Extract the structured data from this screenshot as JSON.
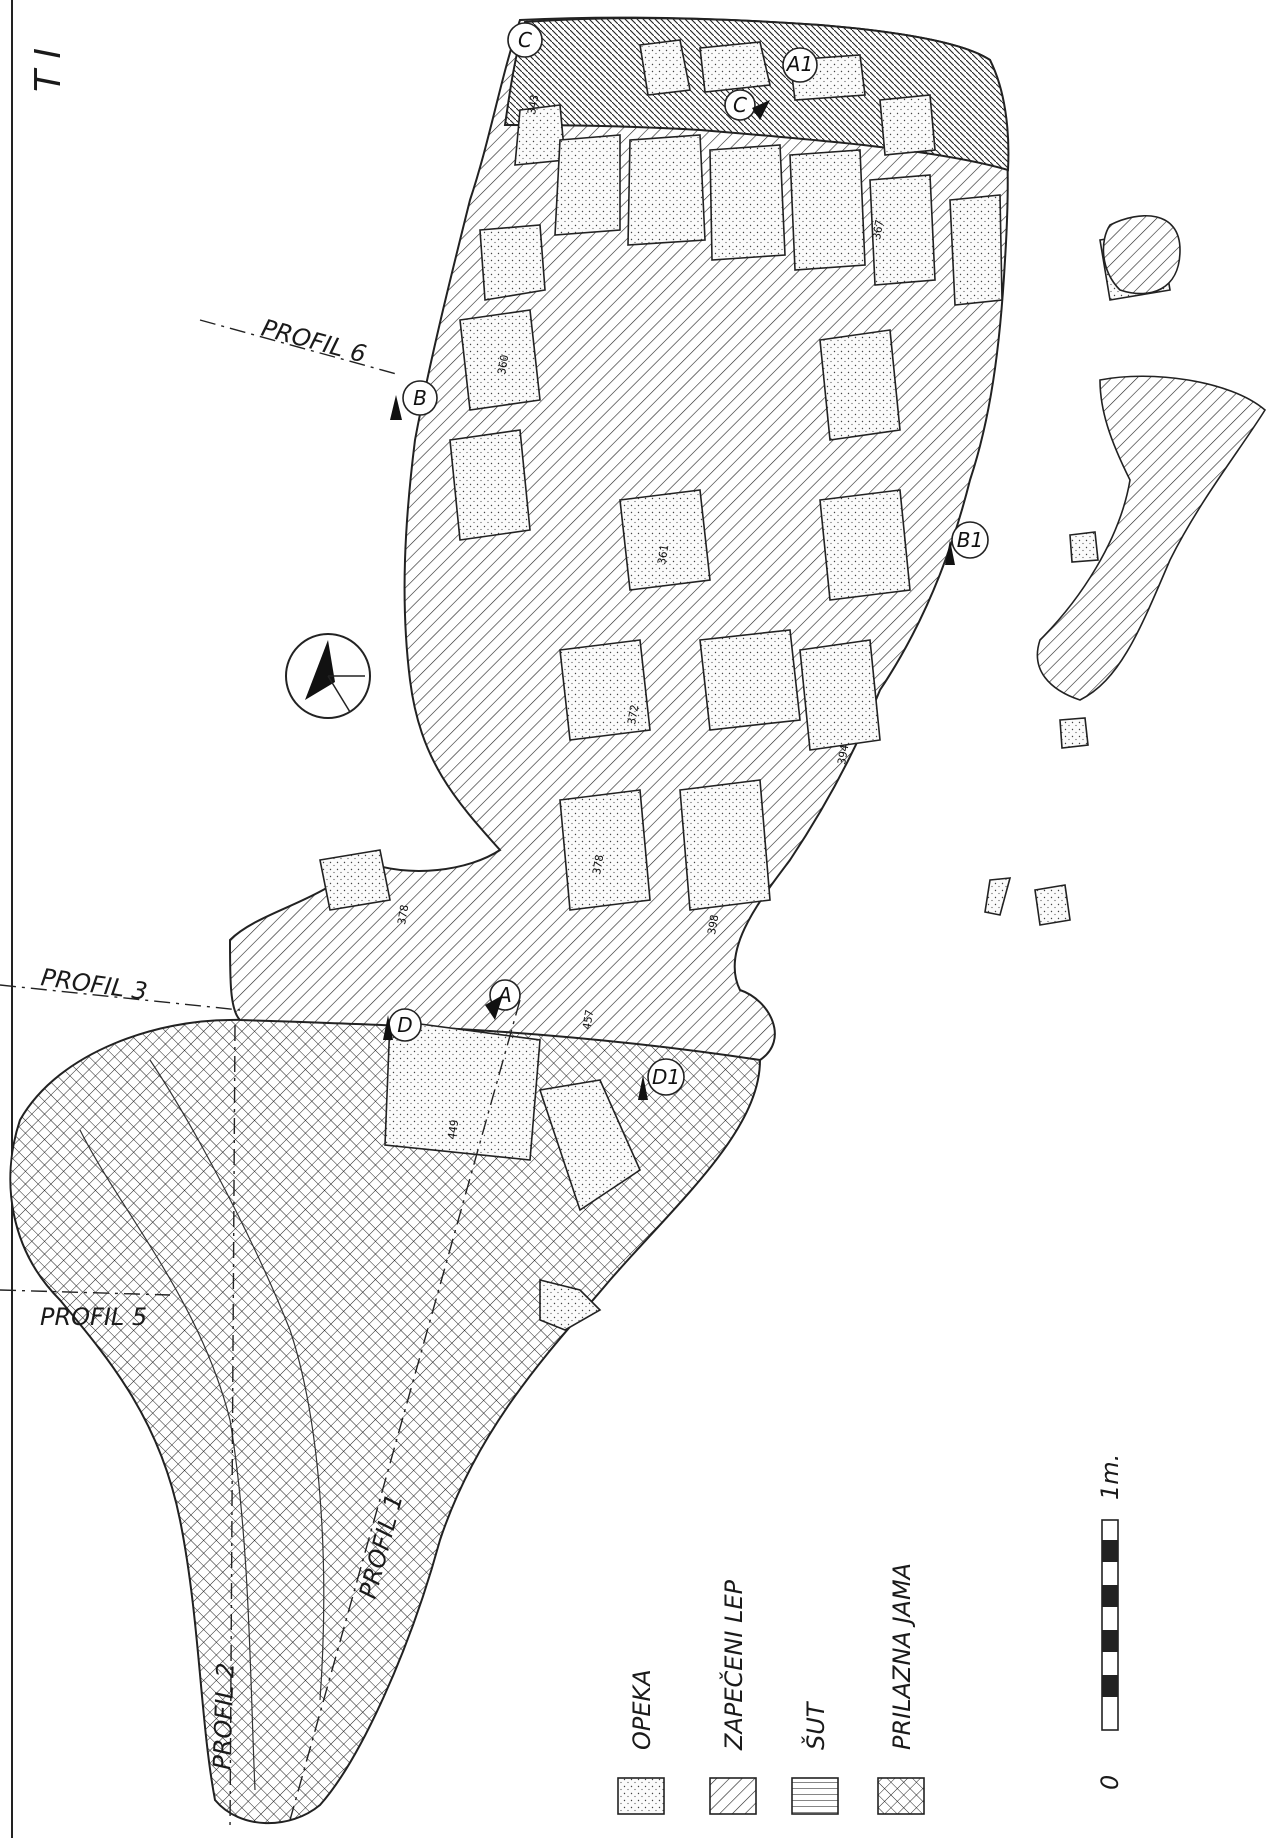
{
  "title": "T I",
  "profiles": {
    "p1": "PROFIL 1",
    "p2": "PROFIL 2",
    "p3": "PROFIL 3",
    "p5": "PROFIL 5",
    "p6": "PROFIL 6"
  },
  "section_markers": {
    "A": "A",
    "A1": "A1",
    "B": "B",
    "B1": "B1",
    "C": "C",
    "C1": "C",
    "D": "D",
    "D1": "D1"
  },
  "elevations": {
    "e343": "343",
    "e367": "367",
    "e360": "360",
    "e361": "361",
    "e372": "372",
    "e394": "394",
    "e378a": "378",
    "e378b": "378",
    "e398": "398",
    "e457": "457",
    "e449": "449"
  },
  "legend": {
    "items": [
      {
        "label": "OPEKA",
        "pattern": "dots"
      },
      {
        "label": "ZAPEČENI LEP",
        "pattern": "diagonal"
      },
      {
        "label": "ŠUT",
        "pattern": "vertical"
      },
      {
        "label": "PRILAZNA JAMA",
        "pattern": "crosshatch"
      }
    ]
  },
  "scale": {
    "start": "0",
    "end": "1m."
  },
  "colors": {
    "ink": "#1a1a1a",
    "paper": "#ffffff"
  }
}
